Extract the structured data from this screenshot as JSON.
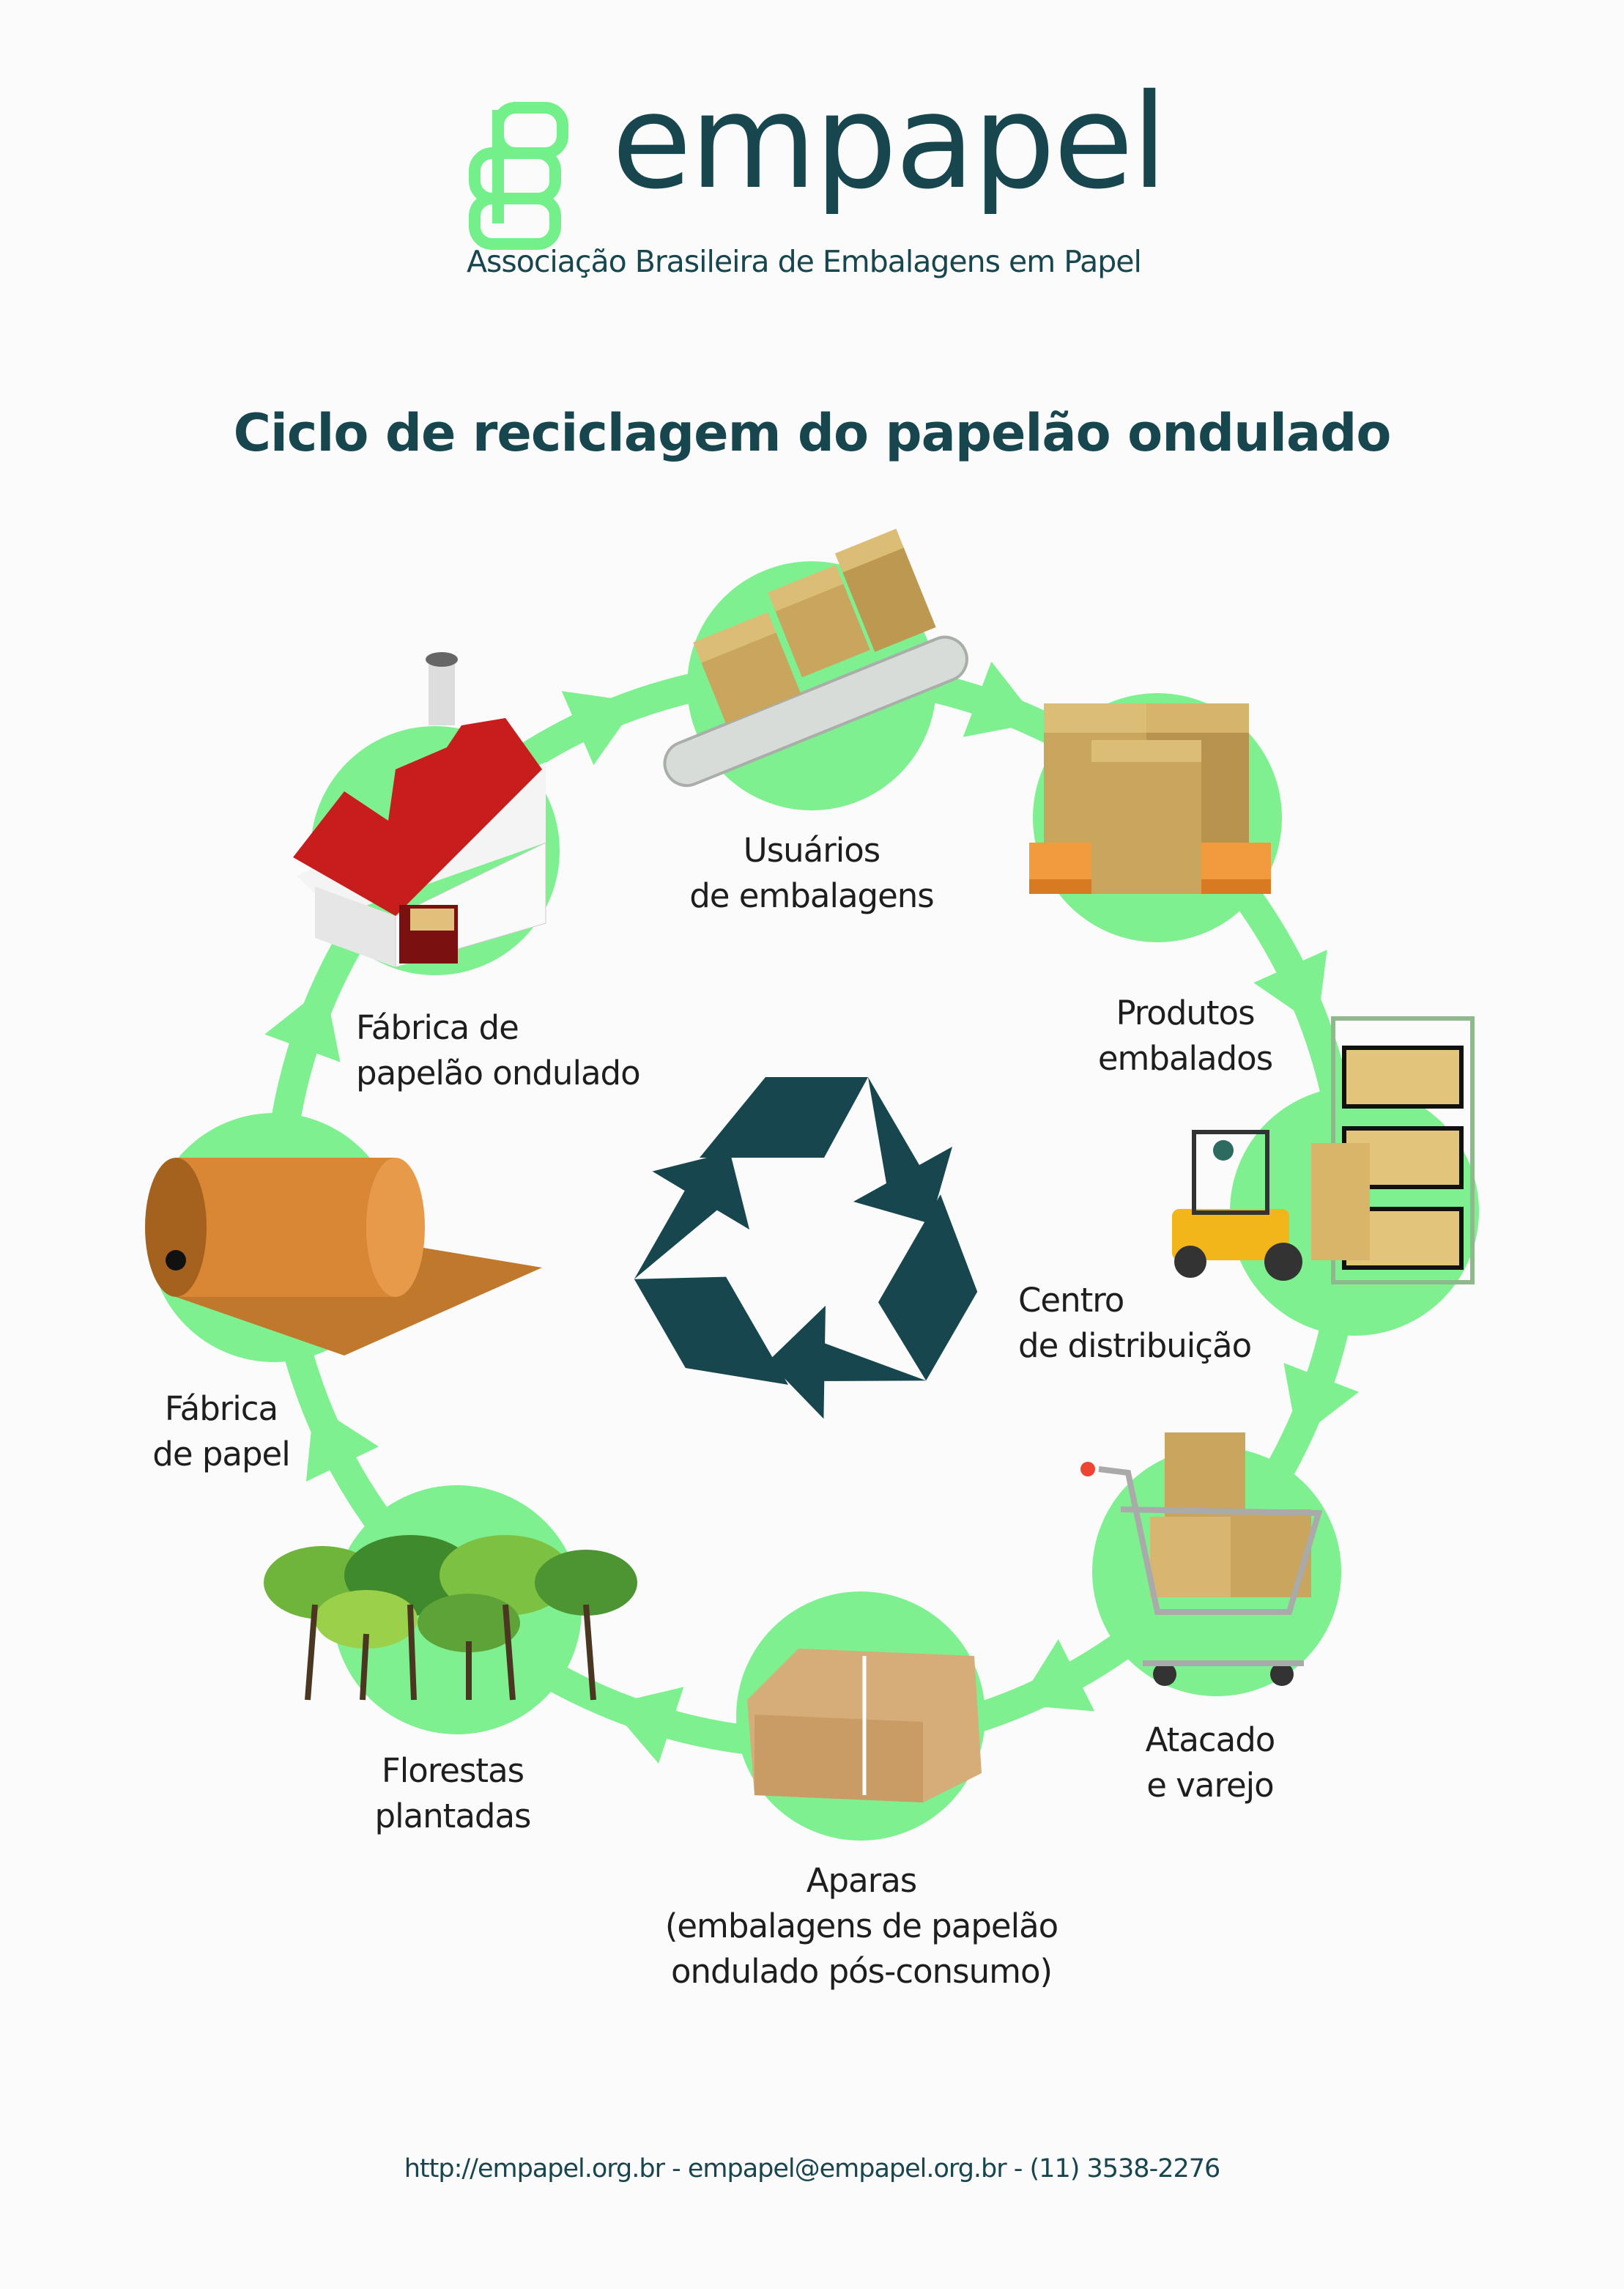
{
  "header": {
    "brand_name": "empapel",
    "subtitle": "Associação Brasileira de Embalagens em Papel"
  },
  "title": "Ciclo de reciclagem do papelão ondulado",
  "colors": {
    "dark_teal": "#17464e",
    "green": "#7ef08f",
    "logo_green": "#74f08a"
  },
  "cycle": [
    {
      "id": "usuarios",
      "lines": [
        "Usuários",
        "de embalagens"
      ]
    },
    {
      "id": "produtos",
      "lines": [
        "Produtos",
        "embalados"
      ]
    },
    {
      "id": "centro",
      "lines": [
        "Centro",
        "de distribuição"
      ]
    },
    {
      "id": "atacado",
      "lines": [
        "Atacado",
        "e varejo"
      ]
    },
    {
      "id": "aparas",
      "lines": [
        "Aparas",
        "(embalagens de papelão",
        "ondulado pós-consumo)"
      ]
    },
    {
      "id": "florestas",
      "lines": [
        "Florestas",
        "plantadas"
      ]
    },
    {
      "id": "fabrica-papel",
      "lines": [
        "Fábrica",
        "de papel"
      ]
    },
    {
      "id": "fabrica-papelao",
      "lines": [
        "Fábrica de",
        "papelão ondulado"
      ]
    }
  ],
  "center_icon": "recycle-icon",
  "footer": "http://empapel.org.br - empapel@empapel.org.br - (11) 3538-2276"
}
